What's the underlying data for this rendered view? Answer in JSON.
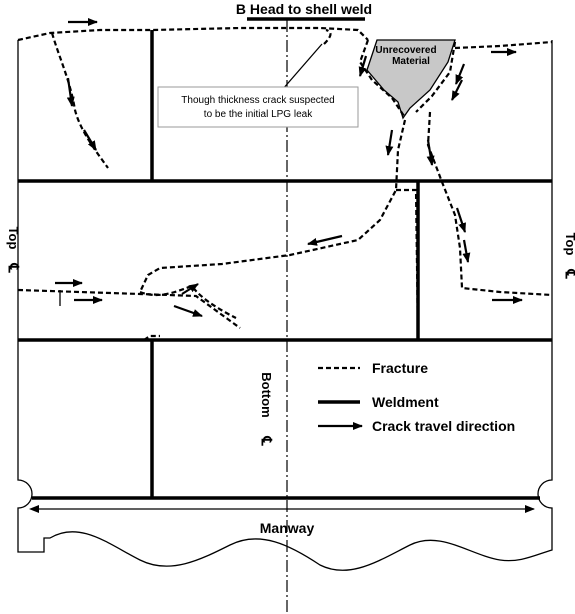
{
  "title": "B Head to shell weld",
  "callout": {
    "line1": "Though thickness crack suspected",
    "line2": "to be the initial LPG leak"
  },
  "unrecovered": {
    "line1": "Unrecovered",
    "line2": "Material",
    "fill": "#c8c8c8"
  },
  "labels": {
    "top_left": "Top",
    "top_right": "Top",
    "bottom": "Bottom",
    "centerline_symbol": "℄",
    "manway": "Manway"
  },
  "legend": {
    "fracture": "Fracture",
    "weldment": "Weldment",
    "crack_direction": "Crack travel direction"
  }
}
